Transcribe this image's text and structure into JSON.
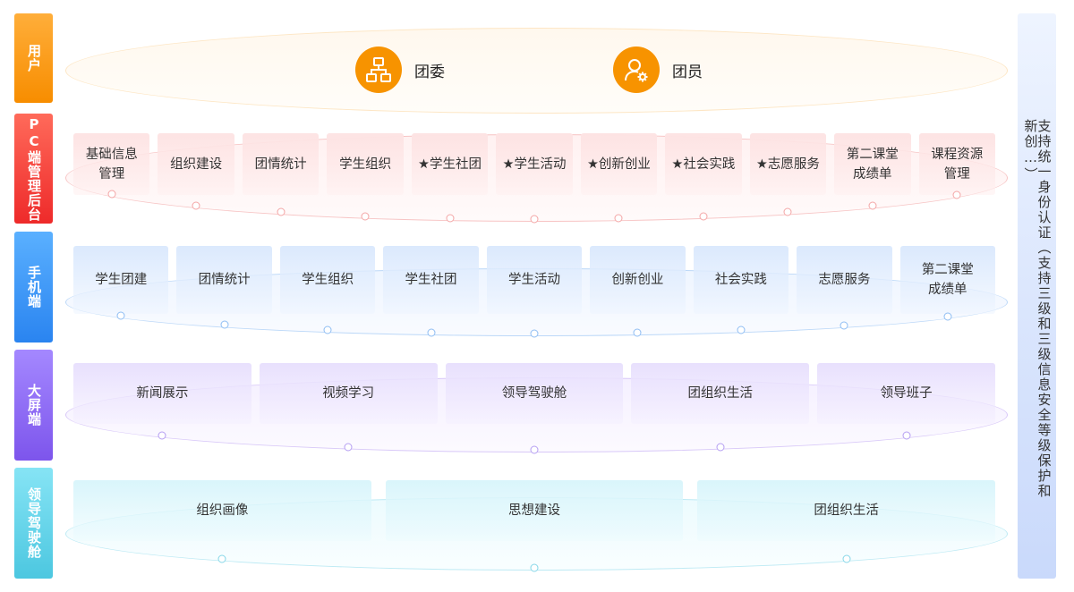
{
  "layers": {
    "user": "用户",
    "pc": "PC端管理后台",
    "mobile": "手机端",
    "bigscreen": "大屏端",
    "cockpit": "领导驾驶舱"
  },
  "users": {
    "committee": "团委",
    "member": "团员",
    "committee_icon": "org-structure-icon",
    "member_icon": "user-settings-icon"
  },
  "pc_items": [
    "基础信息\n管理",
    "组织建设",
    "团情统计",
    "学生组织",
    "★学生社团",
    "★学生活动",
    "★创新创业",
    "★社会实践",
    "★志愿服务",
    "第二课堂\n成绩单",
    "课程资源\n管理"
  ],
  "mobile_items": [
    "学生团建",
    "团情统计",
    "学生组织",
    "学生社团",
    "学生活动",
    "创新创业",
    "社会实践",
    "志愿服务",
    "第二课堂\n成绩单"
  ],
  "bigscreen_items": [
    "新闻展示",
    "视频学习",
    "领导驾驶舱",
    "团组织生活",
    "领导班子"
  ],
  "cockpit_items": [
    "组织画像",
    "思想建设",
    "团组织生活"
  ],
  "side_note": "支持统一身份认证（支持三级和三级信息安全等级保护和新创…）",
  "colors": {
    "user": "#f79300",
    "pc": "#f23c3c",
    "mobile": "#2f8cf5",
    "bigscreen": "#8a63f0",
    "cockpit": "#5bd0e6"
  }
}
